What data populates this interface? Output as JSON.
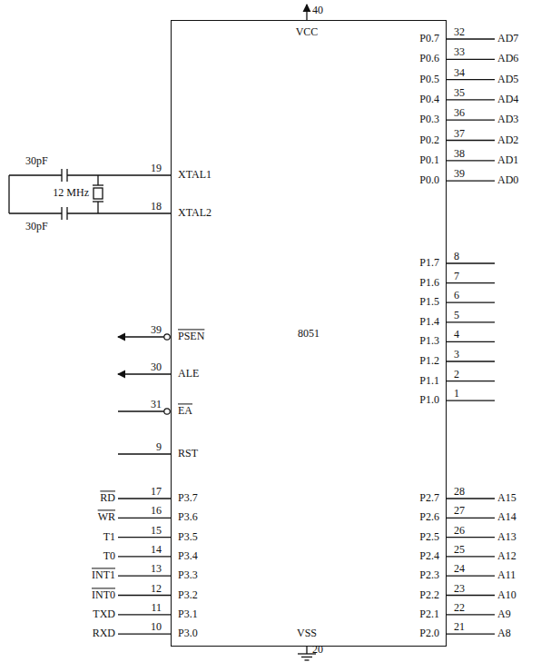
{
  "diagram": {
    "nodes": [
      {
        "text": [
          "8051"
        ]
      }
    ],
    "labels": [
      "VCC",
      "40",
      "VSS",
      "20",
      "30pF",
      "12 MHz",
      "30pF",
      "XTAL1",
      "19",
      "XTAL2",
      "18",
      "PSEN",
      "39",
      "ALE",
      "30",
      "EA",
      "31",
      "RST",
      "9",
      "P3.7",
      "17",
      "RD",
      "P3.6",
      "16",
      "WR",
      "P3.5",
      "15",
      "T1",
      "P3.4",
      "14",
      "T0",
      "P3.3",
      "13",
      "INT1",
      "P3.2",
      "12",
      "INT0",
      "P3.1",
      "11",
      "TXD",
      "P3.0",
      "10",
      "RXD",
      "P0.7",
      "32",
      "AD7",
      "P0.6",
      "33",
      "AD6",
      "P0.5",
      "34",
      "AD5",
      "P0.4",
      "35",
      "AD4",
      "P0.3",
      "36",
      "AD3",
      "P0.2",
      "37",
      "AD2",
      "P0.1",
      "38",
      "AD1",
      "P0.0",
      "39",
      "AD0",
      "P1.7",
      "8",
      "P1.6",
      "7",
      "P1.5",
      "6",
      "P1.4",
      "5",
      "P1.3",
      "4",
      "P1.2",
      "3",
      "P1.1",
      "2",
      "P1.0",
      "1",
      "P2.7",
      "28",
      "A15",
      "P2.6",
      "27",
      "A14",
      "P2.5",
      "26",
      "A13",
      "P2.4",
      "25",
      "A12",
      "P2.3",
      "24",
      "A11",
      "P2.2",
      "23",
      "A10",
      "P2.1",
      "22",
      "A9",
      "P2.0",
      "21",
      "A8"
    ]
  }
}
